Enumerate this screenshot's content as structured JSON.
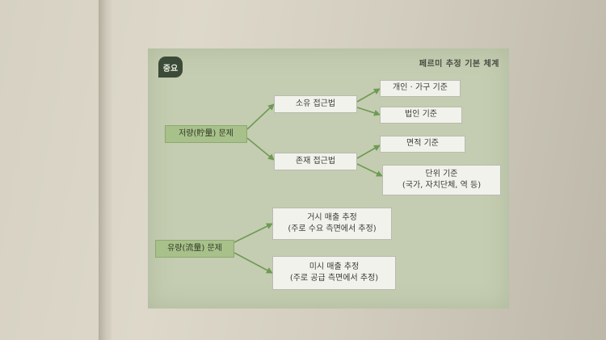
{
  "badge": "중요",
  "title": "페르미 추정 기본 체계",
  "nodes": {
    "stock": "저량(貯量) 문제",
    "flow": "유량(流量) 문제",
    "ownership": "소유 접근법",
    "existence": "존재 접근법",
    "individual": "개인 · 가구 기준",
    "corporate": "법인 기준",
    "area": "면적 기준",
    "unit_line1": "단위 기준",
    "unit_line2": "(국가, 자치단체, 역 등)",
    "macro_line1": "거시 매출 추정",
    "macro_line2": "(주로 수요 측면에서 추정)",
    "micro_line1": "미시 매출 추정",
    "micro_line2": "(주로 공급 측면에서 추정)"
  },
  "colors": {
    "panel": "#c4cdb1",
    "badge": "#3c4a38",
    "highlight": "#a8c08a",
    "box": "#f2f2ec",
    "arrow": "#6f9a55"
  }
}
